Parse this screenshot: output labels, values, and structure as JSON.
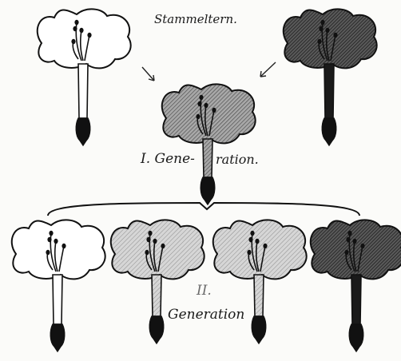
{
  "labels": {
    "parents": "Stammeltern.",
    "gen1_part1": "I. Gene-",
    "gen1_part2": "ration.",
    "gen2_numeral": "II.",
    "gen2_word": "Generation"
  },
  "colors": {
    "ink": "#111111",
    "paper": "#fbfbf9",
    "white_flower": "#ffffff",
    "light_hatch": "#bdbdbd",
    "medium_hatch": "#8a8a8a",
    "dark_hatch": "#3a3a3a"
  },
  "flowers": [
    {
      "id": "parent-white",
      "shade": "white"
    },
    {
      "id": "parent-dark",
      "shade": "dark"
    },
    {
      "id": "gen1-hybrid",
      "shade": "medium"
    },
    {
      "id": "gen2-white",
      "shade": "white"
    },
    {
      "id": "gen2-light-1",
      "shade": "light"
    },
    {
      "id": "gen2-light-2",
      "shade": "light"
    },
    {
      "id": "gen2-dark",
      "shade": "dark"
    }
  ]
}
